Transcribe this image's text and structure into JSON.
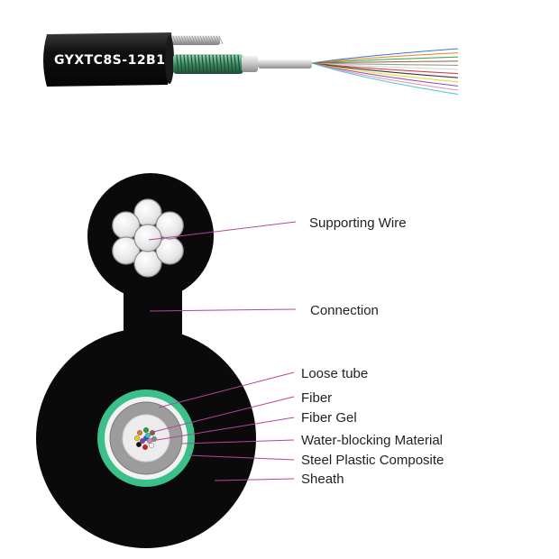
{
  "product": {
    "model": "GYXTC8S-12B1"
  },
  "labels": [
    "Supporting Wire",
    "Connection",
    "Loose tube",
    "Fiber",
    "Fiber Gel",
    "Water-blocking Material",
    "Steel Plastic Composite",
    "Sheath"
  ],
  "colors": {
    "sheath": "#0a0a0a",
    "leader_line": "#b0489a",
    "water_blocking": "#3cc08a",
    "steel_plastic": "#f2f2f2",
    "loose_tube": "#9a9a9a",
    "fiber_gel": "#e8e8e8",
    "supporting_wire": "#eeeeee"
  },
  "fiber_colors": [
    "#1a5fd1",
    "#e3781e",
    "#2a9a3a",
    "#8a5a2b",
    "#888888",
    "#f4f4f4",
    "#d12020",
    "#111111",
    "#e5d21a",
    "#8a3ab0",
    "#e67fb0",
    "#2ec7c7"
  ]
}
